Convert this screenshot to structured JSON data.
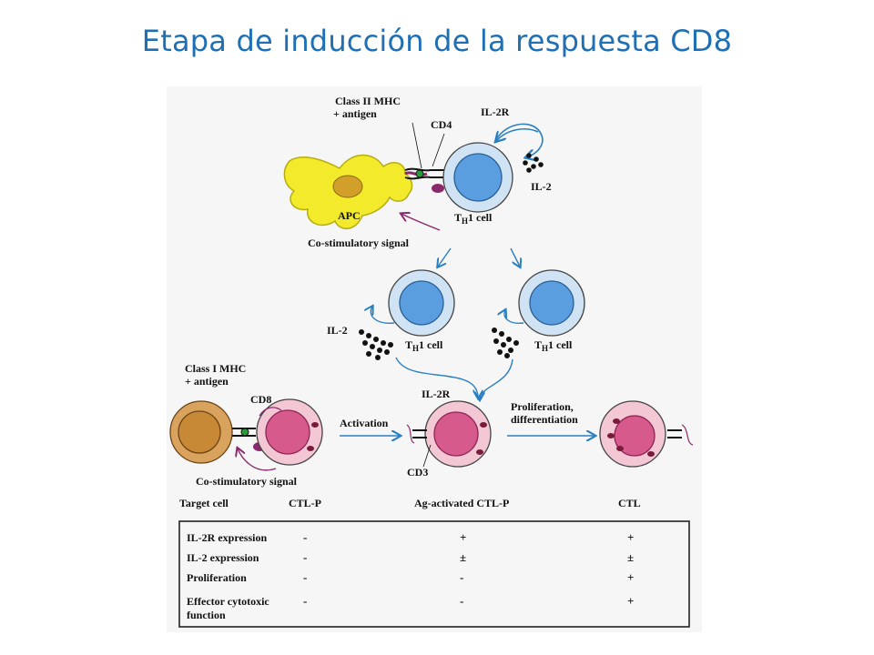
{
  "title": "Etapa de inducción de la respuesta CD8",
  "labels": {
    "class_ii_mhc_1": "Class II MHC",
    "class_ii_mhc_2": "+ antigen",
    "cd4": "CD4",
    "il2r_top": "IL-2R",
    "il2_top": "IL-2",
    "apc": "APC",
    "th1_top_t": "T",
    "th1_top_h": "H",
    "th1_top_rest": "1 cell",
    "costim_top": "Co-stimulatory signal",
    "il2_mid": "IL-2",
    "th1_left_t": "T",
    "th1_left_h": "H",
    "th1_left_rest": "1 cell",
    "th1_right_t": "T",
    "th1_right_h": "H",
    "th1_right_rest": "1 cell",
    "class_i_mhc_1": "Class I MHC",
    "class_i_mhc_2": "+ antigen",
    "cd8": "CD8",
    "activation": "Activation",
    "il2r_bottom": "IL-2R",
    "prolif_1": "Proliferation,",
    "prolif_2": "differentiation",
    "cd3": "CD3",
    "costim_bottom": "Co-stimulatory signal"
  },
  "stages": [
    "Target cell",
    "CTL-P",
    "Ag-activated CTL-P",
    "CTL"
  ],
  "table": {
    "rows": [
      {
        "label": [
          "IL-2R expression"
        ],
        "values": [
          "-",
          "+",
          "+"
        ]
      },
      {
        "label": [
          "IL-2 expression"
        ],
        "values": [
          "-",
          "±",
          "±"
        ]
      },
      {
        "label": [
          "Proliferation"
        ],
        "values": [
          "-",
          "-",
          "+"
        ]
      },
      {
        "label": [
          "Effector cytotoxic",
          "function"
        ],
        "values": [
          "-",
          "-",
          "+"
        ]
      }
    ]
  },
  "colors": {
    "title": "#1f6fb4",
    "th_cell_outer": "#cfe3f4",
    "th_cell_nucleus": "#5a9ee0",
    "ctl_outer": "#f3c8d4",
    "ctl_nucleus": "#d65a8c",
    "apc": "#f2ea2a",
    "target_outer": "#d9a35d",
    "target_inner": "#c88936",
    "arrow_blue": "#2a7fc0",
    "arrow_purple": "#8b2a6b"
  }
}
